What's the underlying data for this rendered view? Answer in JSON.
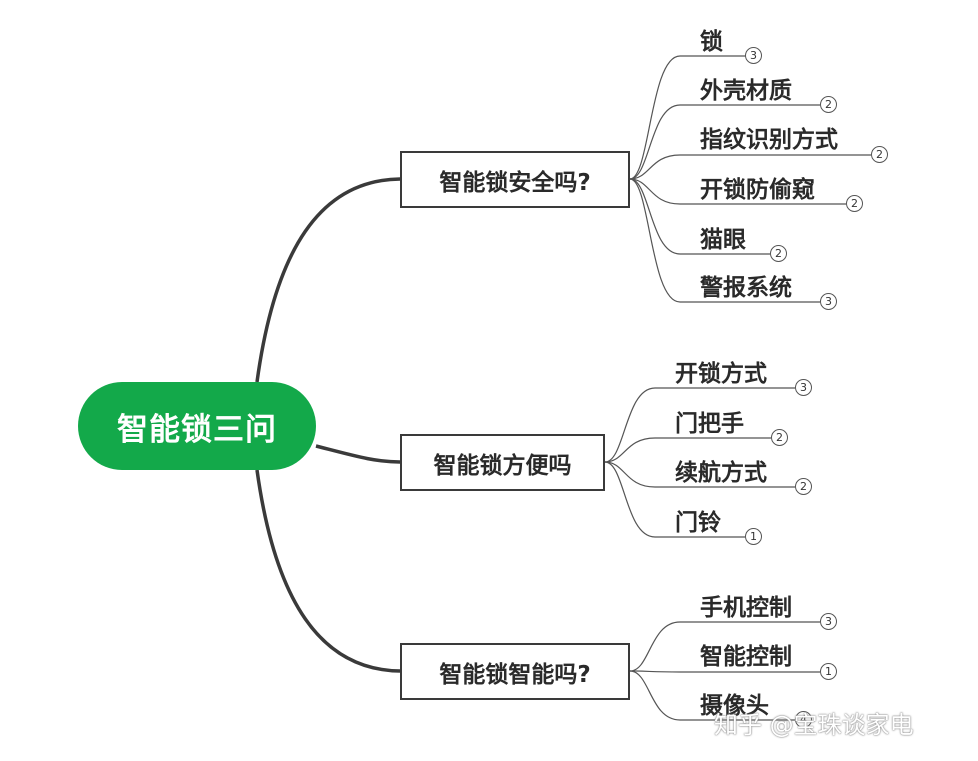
{
  "root": {
    "label": "智能锁三问"
  },
  "branches": [
    {
      "label": "智能锁安全吗?",
      "leaves": [
        {
          "label": "锁",
          "count": "3"
        },
        {
          "label": "外壳材质",
          "count": "2"
        },
        {
          "label": "指纹识别方式",
          "count": "2"
        },
        {
          "label": "开锁防偷窥",
          "count": "2"
        },
        {
          "label": "猫眼",
          "count": "2"
        },
        {
          "label": "警报系统",
          "count": "3"
        }
      ]
    },
    {
      "label": "智能锁方便吗",
      "leaves": [
        {
          "label": "开锁方式",
          "count": "3"
        },
        {
          "label": "门把手",
          "count": "2"
        },
        {
          "label": "续航方式",
          "count": "2"
        },
        {
          "label": "门铃",
          "count": "1"
        }
      ]
    },
    {
      "label": "智能锁智能吗?",
      "leaves": [
        {
          "label": "手机控制",
          "count": "3"
        },
        {
          "label": "智能控制",
          "count": "1"
        },
        {
          "label": "摄像头",
          "count": "4"
        }
      ]
    }
  ],
  "watermark": "知乎 @宝珠谈家电"
}
